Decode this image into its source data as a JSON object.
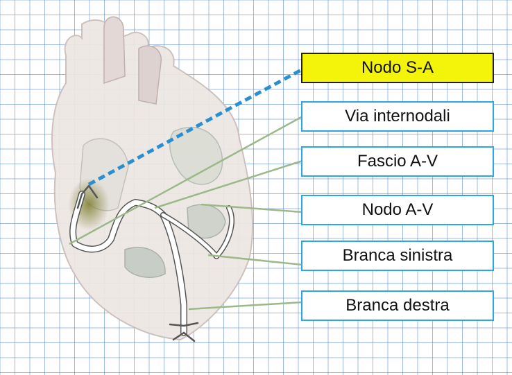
{
  "labels": [
    {
      "key": "sa",
      "text": "Nodo S-A",
      "highlight": true
    },
    {
      "key": "internodal",
      "text": "Via internodali",
      "highlight": false
    },
    {
      "key": "fascio",
      "text": "Fascio A-V",
      "highlight": false
    },
    {
      "key": "av",
      "text": "Nodo A-V",
      "highlight": false
    },
    {
      "key": "sinistra",
      "text": "Branca sinistra",
      "highlight": false
    },
    {
      "key": "destra",
      "text": "Branca destra",
      "highlight": false
    }
  ],
  "colors": {
    "grid_line": "#5b8fd6",
    "box_border": "#2aa7e0",
    "highlight_fill": "#f4f40a",
    "leader_line": "#9bb889",
    "dashed_leader": "#2a8fd0",
    "conduction_fill": "#ffffff",
    "conduction_outline": "#555555",
    "sa_glow": "#8a8a3a"
  }
}
